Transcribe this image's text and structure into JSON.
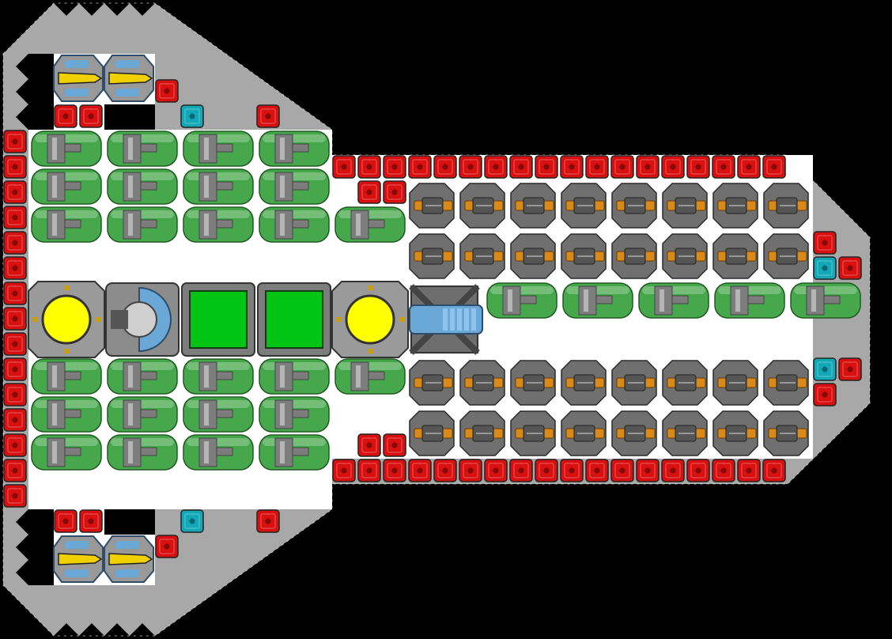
{
  "canvas": {
    "background": "#000000"
  },
  "palette": {
    "hull": "#a8a8a8",
    "hull_dark": "#8a8a8a",
    "floor": "#ffffff",
    "red_block": "#d81010",
    "cyan_block": "#12a8b8",
    "green_tank": "#46a84a",
    "pipe": "#7d7d7d",
    "orange_gun": "#d58a1a",
    "reactor_core": "#ffff00",
    "bay_green": "#00c414",
    "thruster_yellow": "#f0d000",
    "blue_part": "#6aa8d8"
  },
  "ship": {
    "name": "ship-top-down-blueprint",
    "sections": {
      "upper_thruster_pod": {
        "thrusters": 2,
        "icon": "thruster-icon"
      },
      "lower_thruster_pod": {
        "thrusters": 2,
        "icon": "thruster-icon"
      },
      "aft_tank_array": {
        "icon": "fuel-tank-icon"
      },
      "forward_tank_row": {
        "icon": "fuel-tank-icon"
      },
      "turret_bank": {
        "rows": 4,
        "columns": 8,
        "icon": "turret-icon"
      },
      "core_row": {
        "modules": [
          {
            "type": "reactor",
            "icon": "reactor-icon"
          },
          {
            "type": "cockpit",
            "icon": "cockpit-icon"
          },
          {
            "type": "cargo-bay",
            "icon": "cargo-bay-icon"
          },
          {
            "type": "cargo-bay",
            "icon": "cargo-bay-icon"
          },
          {
            "type": "reactor",
            "icon": "reactor-icon"
          },
          {
            "type": "main-gun",
            "icon": "cannon-icon"
          }
        ]
      },
      "armor_blocks": {
        "icon": "armor-block-icon"
      },
      "shield_nodes": {
        "icon": "shield-node-icon"
      }
    }
  }
}
